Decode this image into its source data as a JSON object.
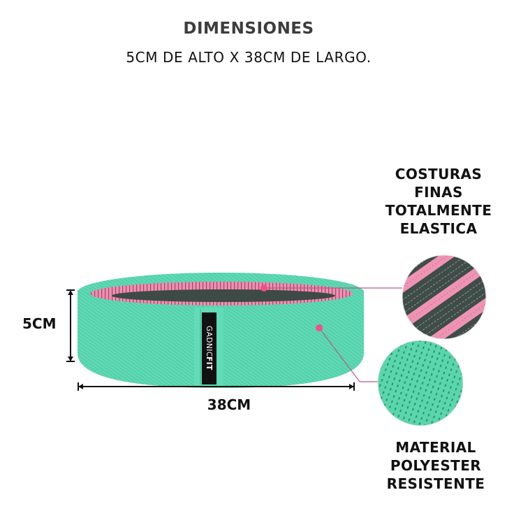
{
  "header": {
    "title": "DIMENSIONES",
    "subtitle": "5CM DE ALTO X 38CM DE LARGO."
  },
  "product": {
    "brand_light": "GADNIC",
    "brand_bold": "FIT",
    "icon": "fabric-resistance-band-image",
    "colors": {
      "outer": "#5fd9b3",
      "outer_dark": "#44c29c",
      "inner_pink": "#ee8fb0",
      "inner_dark": "#3d4a45",
      "label": "#111111",
      "callout_dot": "#f0508a",
      "callout_line": "#b85c86"
    }
  },
  "dimensions": {
    "height_label": "5CM",
    "width_label": "38CM"
  },
  "features": [
    {
      "lines": [
        "COSTURAS",
        "FINAS",
        "TOTALMENTE",
        "ELASTICA"
      ],
      "swatch": "pink-dark-stripe-swatch"
    },
    {
      "lines": [
        "MATERIAL",
        "POLYESTER",
        "RESISTENTE"
      ],
      "swatch": "mint-knit-swatch"
    }
  ]
}
